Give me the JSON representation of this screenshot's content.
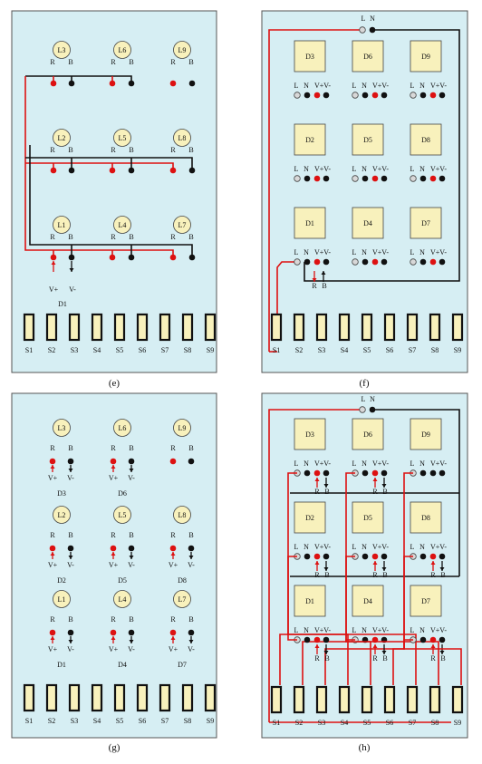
{
  "panels": [
    {
      "id": "e",
      "caption": "(e)",
      "lamps": [
        "L3",
        "L6",
        "L9",
        "L2",
        "L5",
        "L8",
        "L1",
        "L4",
        "L7"
      ],
      "note_vplus": "V+",
      "note_vminus": "V-",
      "note_device": "D1"
    },
    {
      "id": "f",
      "caption": "(f)",
      "devices": [
        "D3",
        "D6",
        "D9",
        "D2",
        "D5",
        "D8",
        "D1",
        "D4",
        "D7"
      ]
    },
    {
      "id": "g",
      "caption": "(g)",
      "lamps": [
        "L3",
        "L6",
        "L9",
        "L2",
        "L5",
        "L8",
        "L1",
        "L4",
        "L7"
      ],
      "devices": [
        "D3",
        "D6",
        "D2",
        "D5",
        "D8",
        "D1",
        "D4",
        "D7"
      ]
    },
    {
      "id": "h",
      "caption": "(h)",
      "devices": [
        "D3",
        "D6",
        "D9",
        "D2",
        "D5",
        "D8",
        "D1",
        "D4",
        "D7"
      ]
    }
  ],
  "switch_labels": [
    "S1",
    "S2",
    "S3",
    "S4",
    "S5",
    "S6",
    "S7",
    "S8",
    "S9"
  ],
  "terminal_labels": {
    "r": "R",
    "b": "B",
    "l": "L",
    "n": "N",
    "vpm": "V+V-",
    "vplus": "V+",
    "vminus": "V-"
  },
  "colors": {
    "panel": "#d6eef3",
    "wire_red": "#dd1111",
    "wire_black": "#111111",
    "component": "#f8f1bc"
  }
}
